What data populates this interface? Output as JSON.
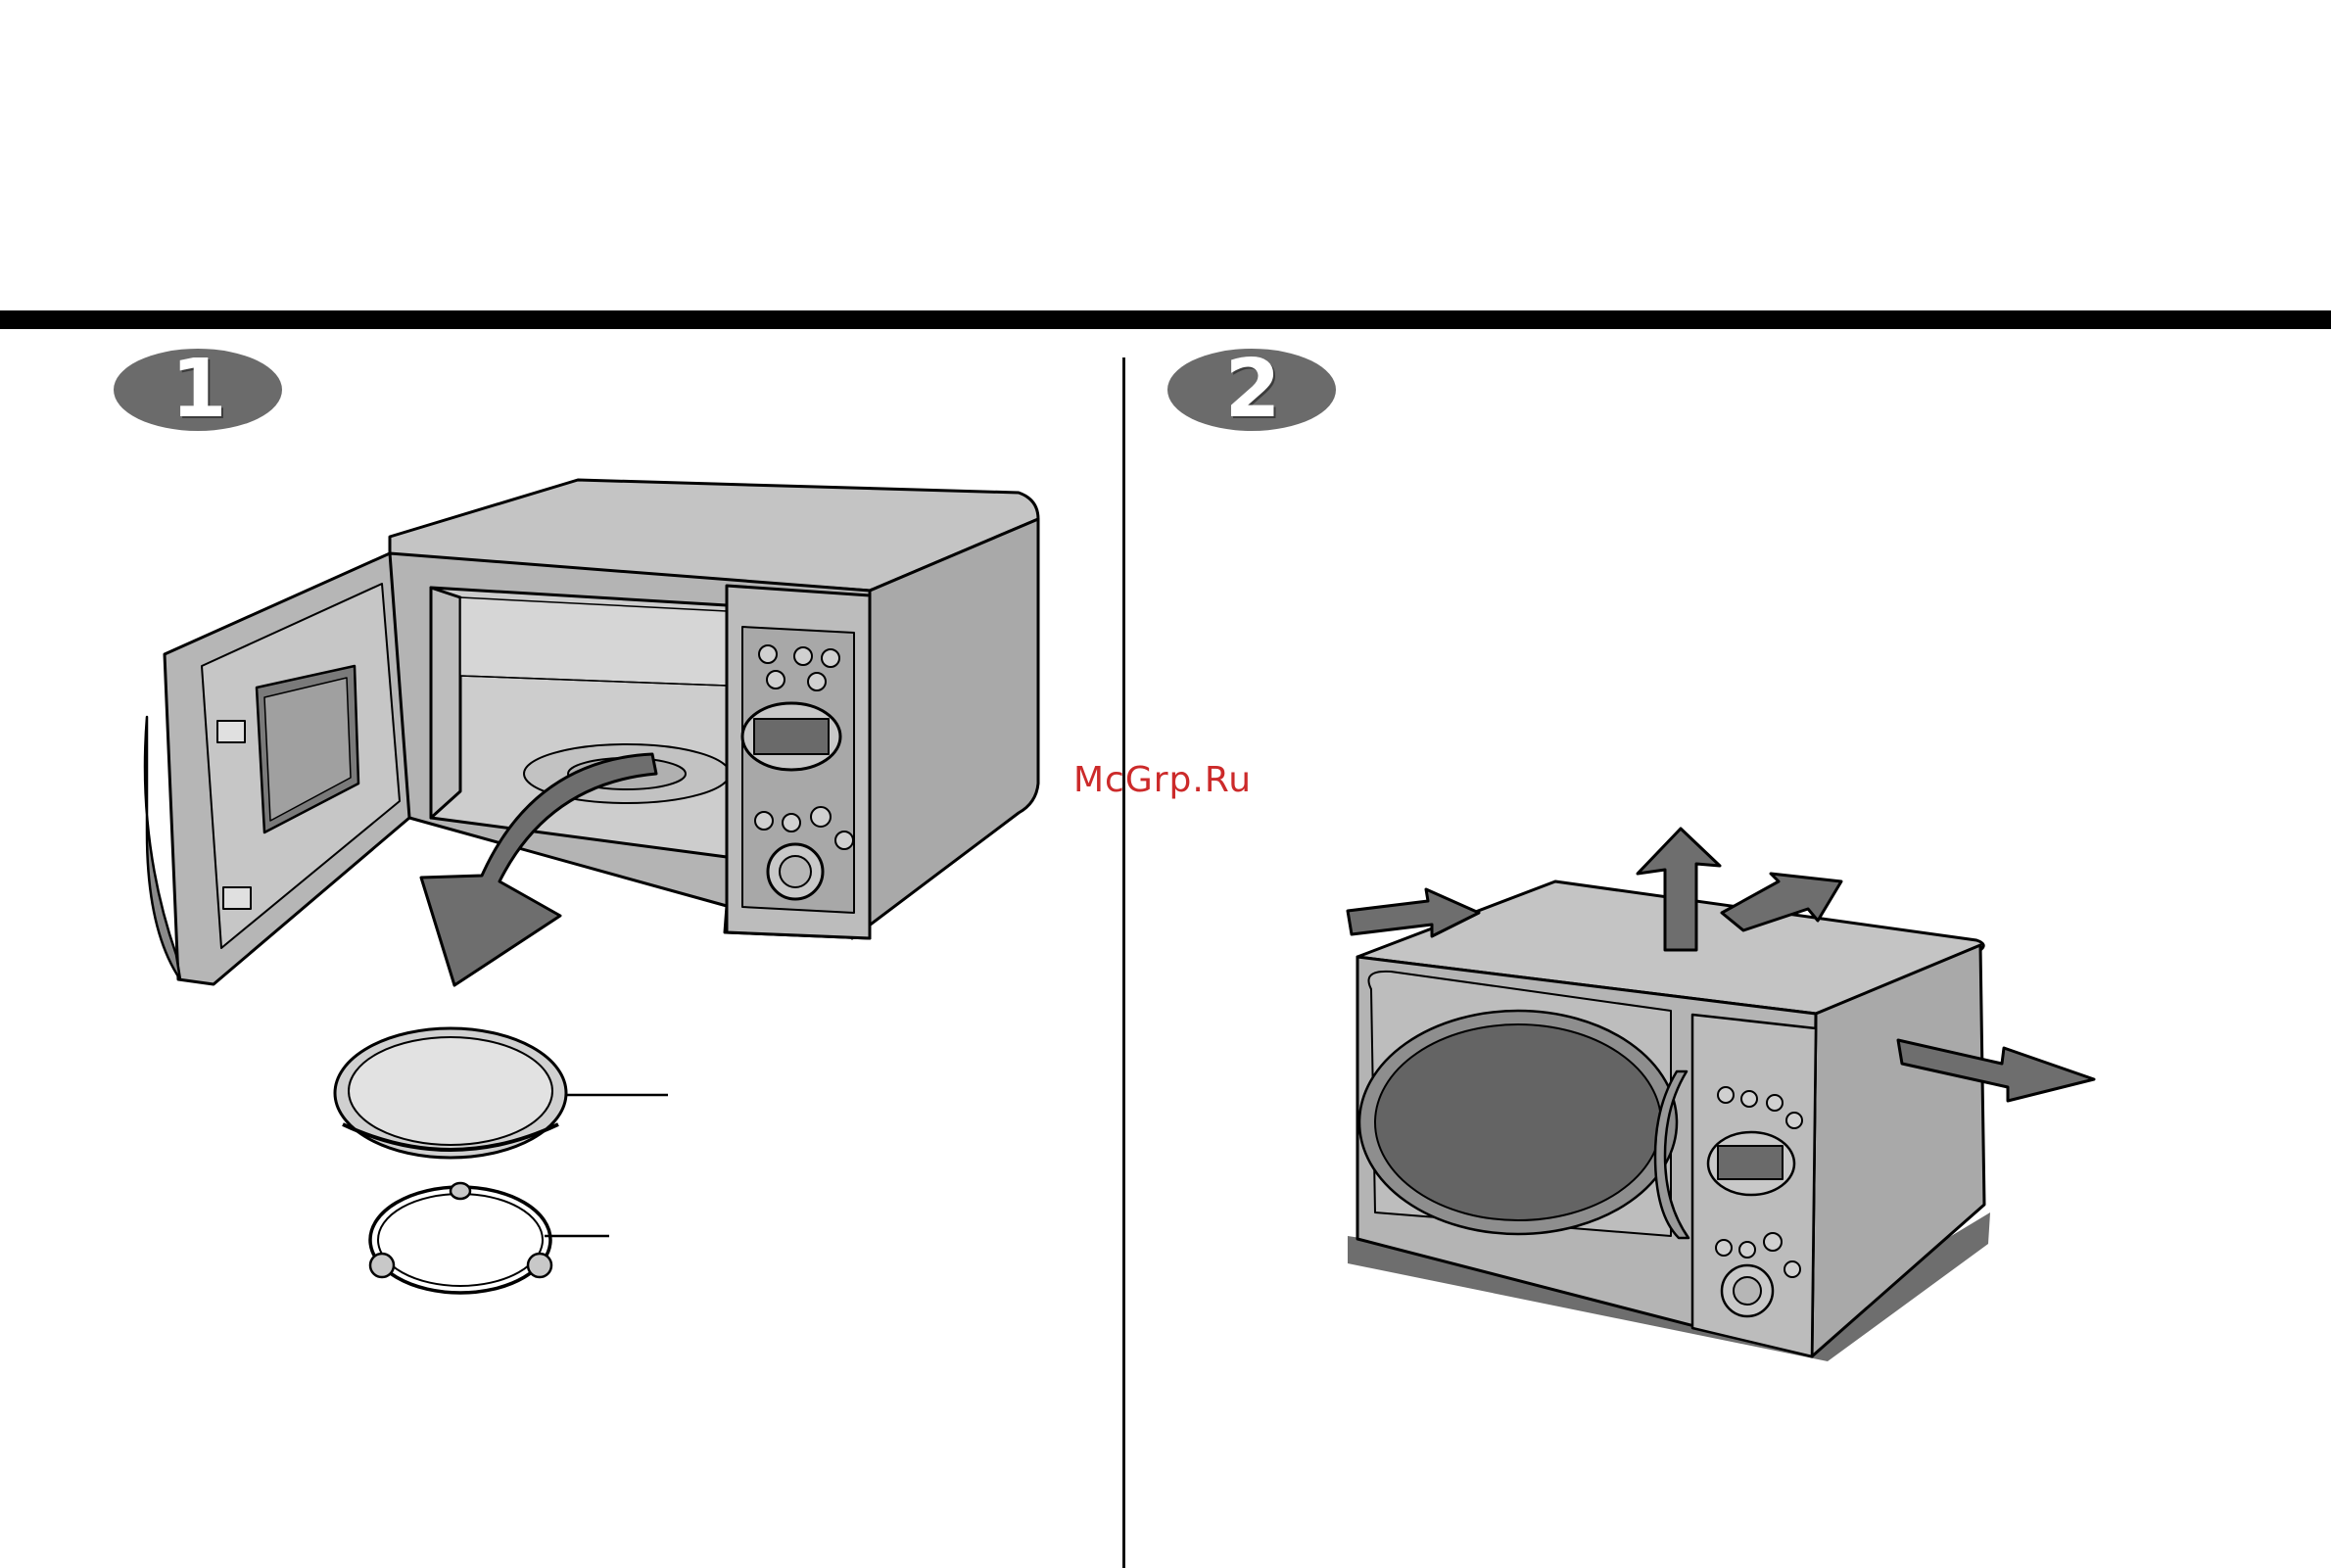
{
  "header": {
    "step1_number": "1",
    "step2_number": "2"
  },
  "watermark": {
    "text": "McGrp.Ru",
    "color": "#cc2a2a"
  },
  "colors": {
    "rule": "#000000",
    "badge": "#6b6b6b",
    "body": "#b4b4b4",
    "dark": "#6a6a6a",
    "arrow": "#6e6e6e"
  },
  "icons": {
    "step1_illustration": "microwave-open-door-with-turntable-icon",
    "step2_illustration": "microwave-clearance-arrows-icon"
  }
}
